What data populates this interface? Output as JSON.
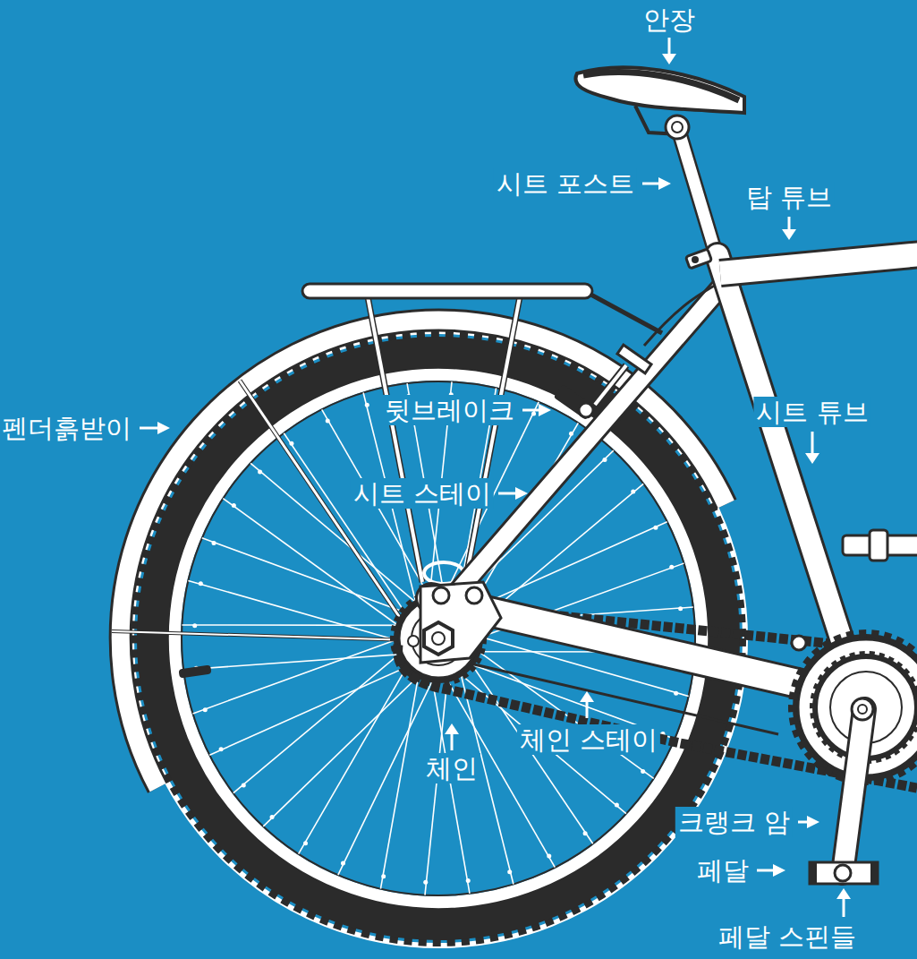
{
  "diagram": {
    "labels": [
      "안장",
      "시트 포스트",
      "탑 튜브",
      "펜더흙받이",
      "뒷브레이크",
      "시트 튜브",
      "시트 스테이",
      "체인",
      "체인 스테이",
      "크랭크 암",
      "페달",
      "페달 스핀들"
    ]
  }
}
